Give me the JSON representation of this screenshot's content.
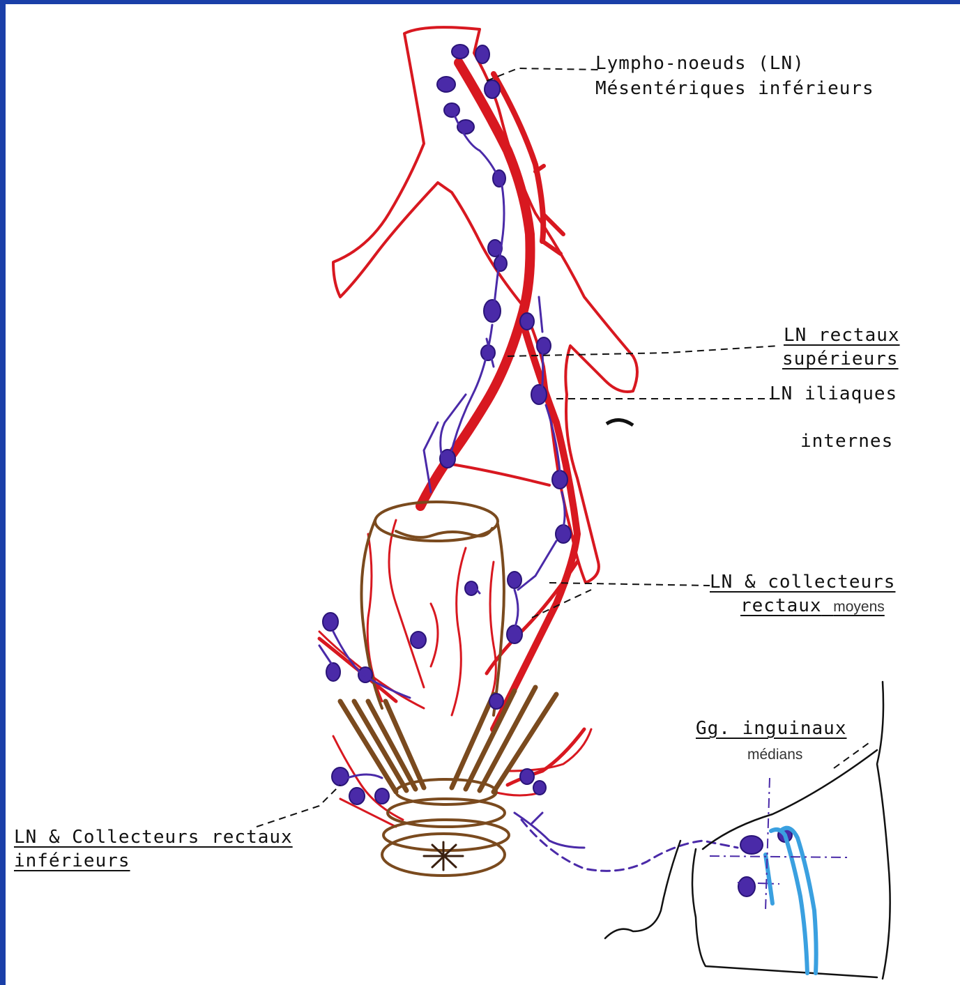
{
  "labels": {
    "mesenteric_line1": "Lympho-noeuds (LN)",
    "mesenteric_line2": "Mésentériques inférieurs",
    "sup_rectal_line1": "LN rectaux",
    "sup_rectal_line2": "supérieurs",
    "iliac_line1": "LN iliaques",
    "iliac_line2": "internes",
    "middle_rectal_line1": "LN & collecteurs",
    "middle_rectal_line2": "rectaux",
    "middle_rectal_hand": "moyens",
    "inguinal_line1": "Gg. inguinaux",
    "inguinal_hand": "médians",
    "inferior_rectal_line1": "LN & Collecteurs rectaux",
    "inferior_rectal_line2": "inférieurs"
  },
  "colors": {
    "artery_red": "#d81820",
    "lymph_node_blue": "#4a2aa8",
    "rectum_brown": "#7a4a1e",
    "vessel_light_blue": "#3aa0e0",
    "frame_blue": "#1a3fa8"
  }
}
